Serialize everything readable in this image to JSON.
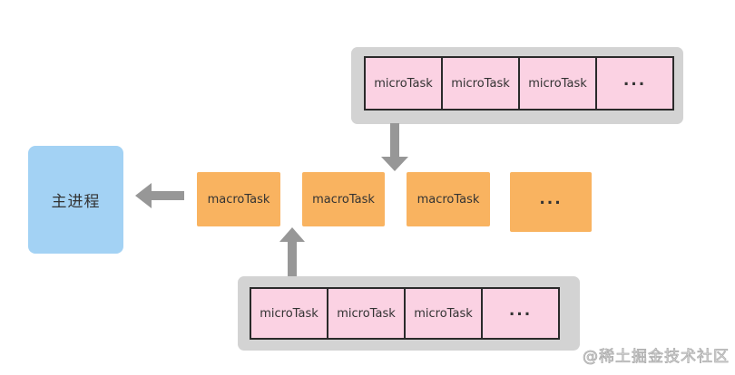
{
  "diagram_title": "js-event-loop-task-queues",
  "main_process": {
    "label": "主进程"
  },
  "macro_queue": {
    "items": [
      "macroTask",
      "macroTask",
      "macroTask",
      "..."
    ]
  },
  "top_micro_queue": {
    "items": [
      "microTask",
      "microTask",
      "microTask",
      "..."
    ]
  },
  "bottom_micro_queue": {
    "items": [
      "microTask",
      "microTask",
      "microTask",
      "..."
    ]
  },
  "arrows": {
    "top_queue_to_macro_row": "down",
    "bottom_queue_to_macro_row": "up",
    "macro_row_to_main_process": "left"
  },
  "watermark": {
    "text": "@稀土掘金技术社区"
  },
  "colors": {
    "main_process_bg": "#a3d2f4",
    "macro_task_bg": "#f9b360",
    "micro_task_bg": "#fbd2e3",
    "queue_container_bg": "#d3d3d3",
    "cell_border": "#2a2a2a",
    "arrow": "#979797",
    "text": "#333333",
    "watermark": "#ababab"
  }
}
